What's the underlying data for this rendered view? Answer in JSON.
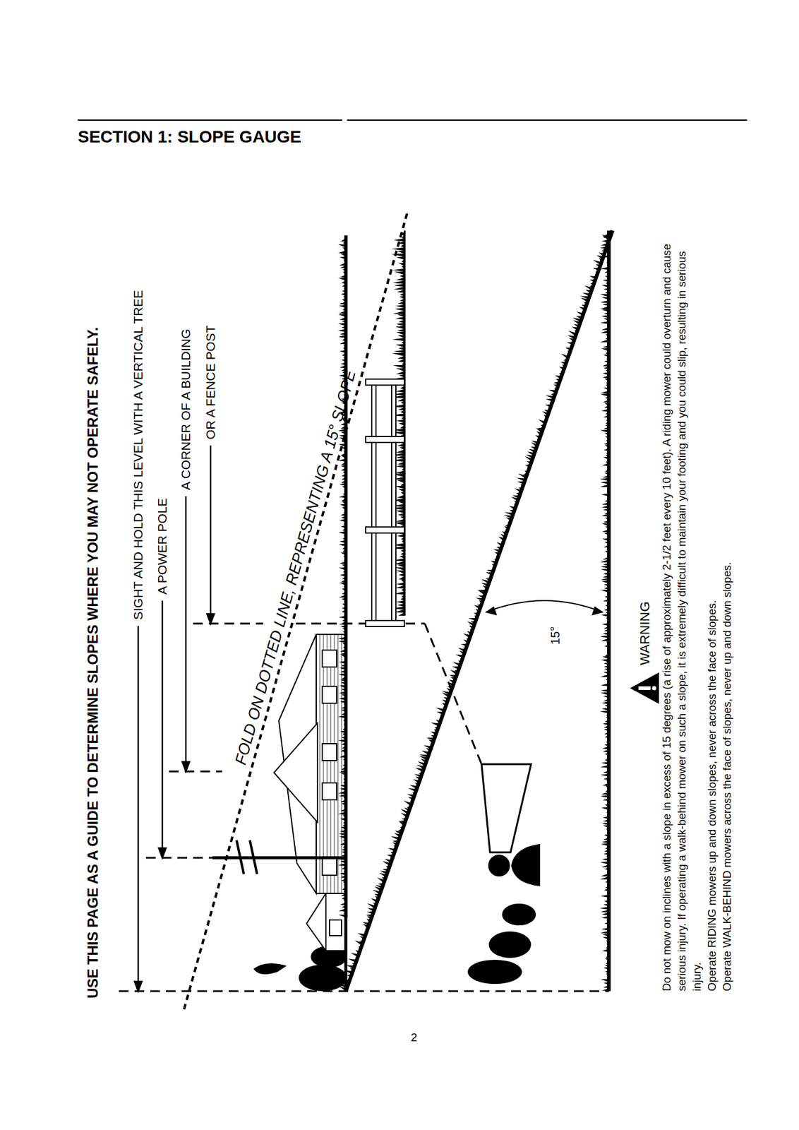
{
  "diagram": {
    "title": "SECTION 1:  SLOPE GAUGE",
    "labels": [
      "USE THIS PAGE AS A GUIDE TO DETERMINE SLOPES WHERE YOU MAY NOT OPERATE SAFELY.",
      "SIGHT AND HOLD THIS LEVEL WITH A VERTICAL TREE",
      "A POWER POLE",
      "A CORNER OF A BUILDING",
      "OR A FENCE POST",
      "FOLD ON DOTTED LINE, REPRESENTING A 15° SLOPE",
      "15°",
      "WARNING",
      "Do not mow on inclines with a slope in excess of 15 degrees (a rise of approximately 2-1/2 feet every 10 feet). A riding mower could overturn and cause serious injury. If operating a walk-behind mower on such a slope, it is extremely difficult to maintain your footing and you could slip, resulting in serious injury.",
      "Operate RIDING mowers up and down slopes, never across the face of slopes.",
      "Operate WALK-BEHIND mowers across the face of slopes, never up and down slopes.",
      "2"
    ]
  }
}
